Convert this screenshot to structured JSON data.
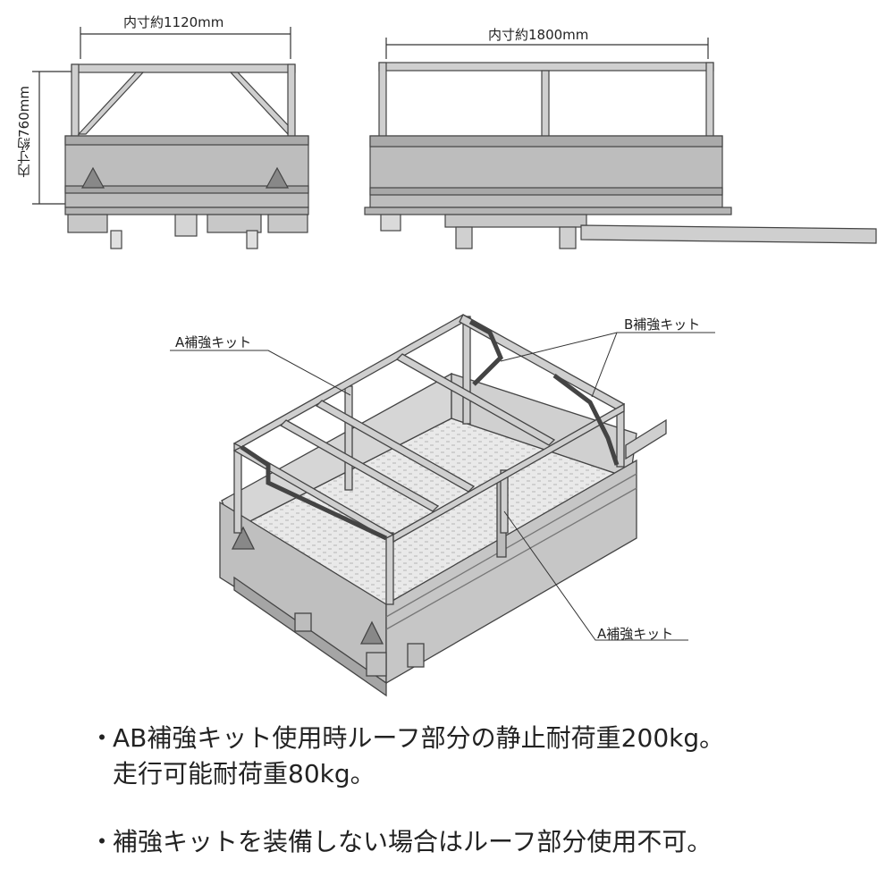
{
  "dimensions": {
    "inner_width": "内寸約1120mm",
    "inner_length": "内寸約1800mm",
    "inner_height": "内寸約760mm"
  },
  "callouts": {
    "a_kit_top": "A補強キット",
    "b_kit": "B補強キット",
    "a_kit_bottom": "A補強キット"
  },
  "notes": [
    {
      "bullet": "・",
      "line1": "AB補強キット使用時ルーフ部分の静止耐荷重200kg。",
      "line2": "走行可能耐荷重80kg。"
    },
    {
      "bullet": "・",
      "line1": "補強キットを装備しない場合はルーフ部分使用不可。"
    }
  ]
}
